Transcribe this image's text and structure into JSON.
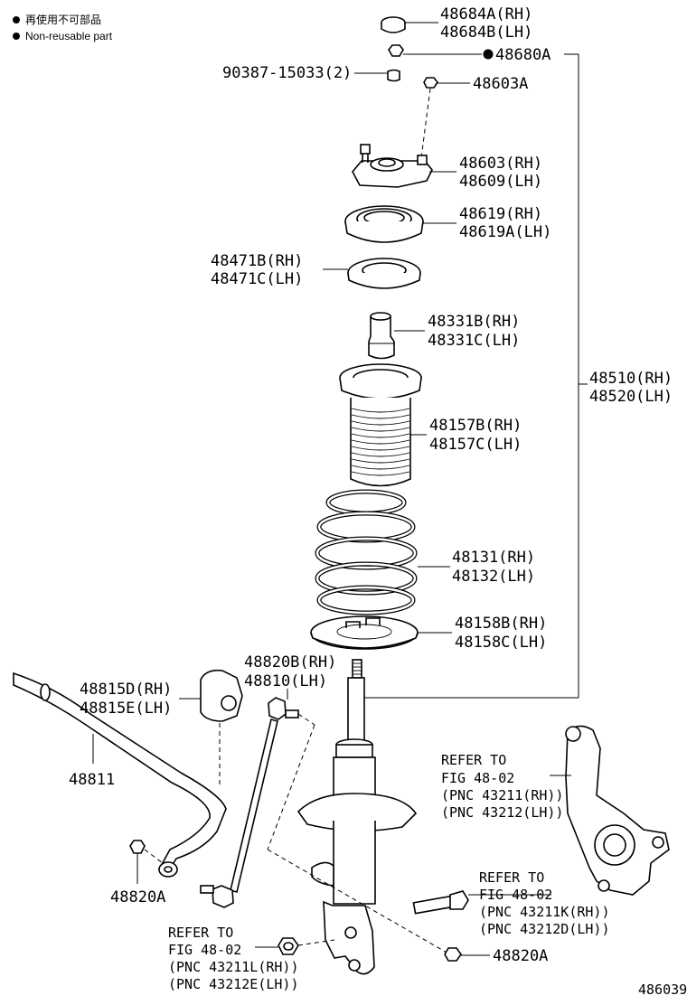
{
  "legend": {
    "non_reusable_cn": "再使用不可部品",
    "non_reusable_en": "Non-reusable part"
  },
  "parts": {
    "upper_cap": [
      "48684A(RH)",
      "48684B(LH)"
    ],
    "nut": "48680A",
    "washer": "90387-15033(2)",
    "sub_nut": "48603A",
    "support": [
      "48603(RH)",
      "48609(LH)"
    ],
    "bearing": [
      "48619(RH)",
      "48619A(LH)"
    ],
    "upper_insulator": [
      "48471B(RH)",
      "48471C(LH)"
    ],
    "bumper": [
      "48331B(RH)",
      "48331C(LH)"
    ],
    "boot": [
      "48157B(RH)",
      "48157C(LH)"
    ],
    "spring": [
      "48131(RH)",
      "48132(LH)"
    ],
    "lower_insulator": [
      "48158B(RH)",
      "48158C(LH)"
    ],
    "absorber": [
      "48510(RH)",
      "48520(LH)"
    ],
    "link": [
      "48820B(RH)",
      "48810(LH)"
    ],
    "bushing": [
      "48815D(RH)",
      "48815E(LH)"
    ],
    "stabilizer_bar": "48811",
    "link_nut_left": "48820A",
    "link_nut_bottom": "48820A"
  },
  "refs": {
    "knuckle_upper": [
      "REFER TO",
      "FIG 48-02",
      "(PNC 43211(RH))",
      "(PNC 43212(LH))"
    ],
    "knuckle_bolt": [
      "REFER TO",
      "FIG 48-02",
      "(PNC 43211K(RH))",
      "(PNC 43212D(LH))"
    ],
    "bracket_nut": [
      "REFER TO",
      "FIG 48-02",
      "(PNC 43211L(RH))",
      "(PNC 43212E(LH))"
    ]
  },
  "figure_number": "486039"
}
